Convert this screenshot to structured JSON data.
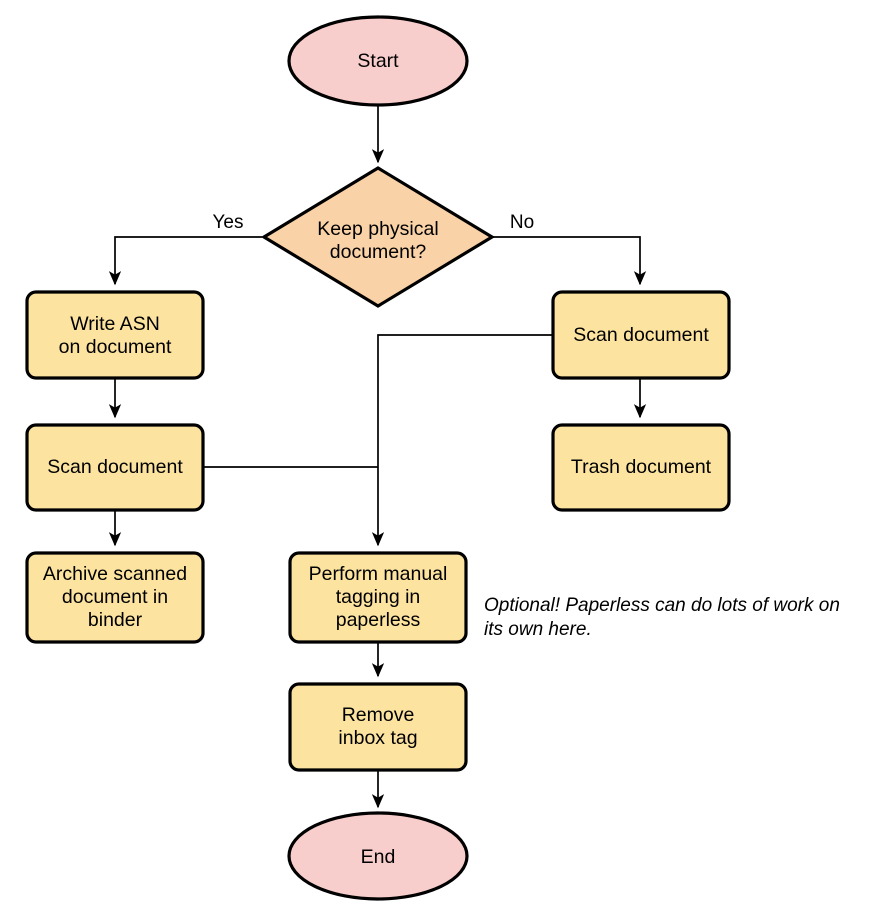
{
  "diagram": {
    "type": "flowchart",
    "title": "",
    "colors": {
      "terminal_fill": "#f8cecc",
      "decision_fill": "#fad2a8",
      "process_fill": "#fce3a0",
      "stroke": "#000000",
      "background": "#ffffff"
    },
    "nodes": [
      {
        "id": "start",
        "shape": "ellipse",
        "label": "Start"
      },
      {
        "id": "keep_physical",
        "shape": "diamond",
        "label_line1": "Keep physical",
        "label_line2": "document?"
      },
      {
        "id": "write_asn",
        "shape": "rectangle",
        "label_line1": "Write ASN",
        "label_line2": "on document"
      },
      {
        "id": "scan_left",
        "shape": "rectangle",
        "label_line1": "Scan document"
      },
      {
        "id": "archive_binder",
        "shape": "rectangle",
        "label_line1": "Archive scanned",
        "label_line2": "document in",
        "label_line3": "binder"
      },
      {
        "id": "scan_right",
        "shape": "rectangle",
        "label_line1": "Scan document"
      },
      {
        "id": "trash_document",
        "shape": "rectangle",
        "label_line1": "Trash document"
      },
      {
        "id": "manual_tagging",
        "shape": "rectangle",
        "label_line1": "Perform manual",
        "label_line2": "tagging in",
        "label_line3": "paperless"
      },
      {
        "id": "remove_inbox_tag",
        "shape": "rectangle",
        "label_line1": "Remove",
        "label_line2": "inbox tag"
      },
      {
        "id": "end",
        "shape": "ellipse",
        "label": "End"
      }
    ],
    "edge_labels": {
      "yes": "Yes",
      "no": "No"
    },
    "annotations": [
      {
        "id": "optional-note",
        "line1": "Optional! Paperless can do lots of work on",
        "line2": "its own here."
      }
    ]
  }
}
